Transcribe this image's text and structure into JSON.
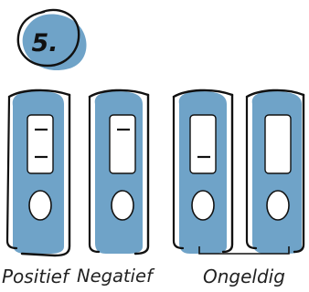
{
  "step": {
    "number": "5."
  },
  "results": [
    {
      "label": "Positief",
      "lines": 2,
      "color": "#6fa3c8"
    },
    {
      "label": "Negatief",
      "lines": 1,
      "color": "#6fa3c8"
    },
    {
      "label": "Ongeldig",
      "lines": 1,
      "color": "#6fa3c8"
    },
    {
      "label": "",
      "lines": 0,
      "color": "#6fa3c8"
    }
  ],
  "colors": {
    "accent_blue": "#6fa3c8",
    "ink": "#111111"
  }
}
